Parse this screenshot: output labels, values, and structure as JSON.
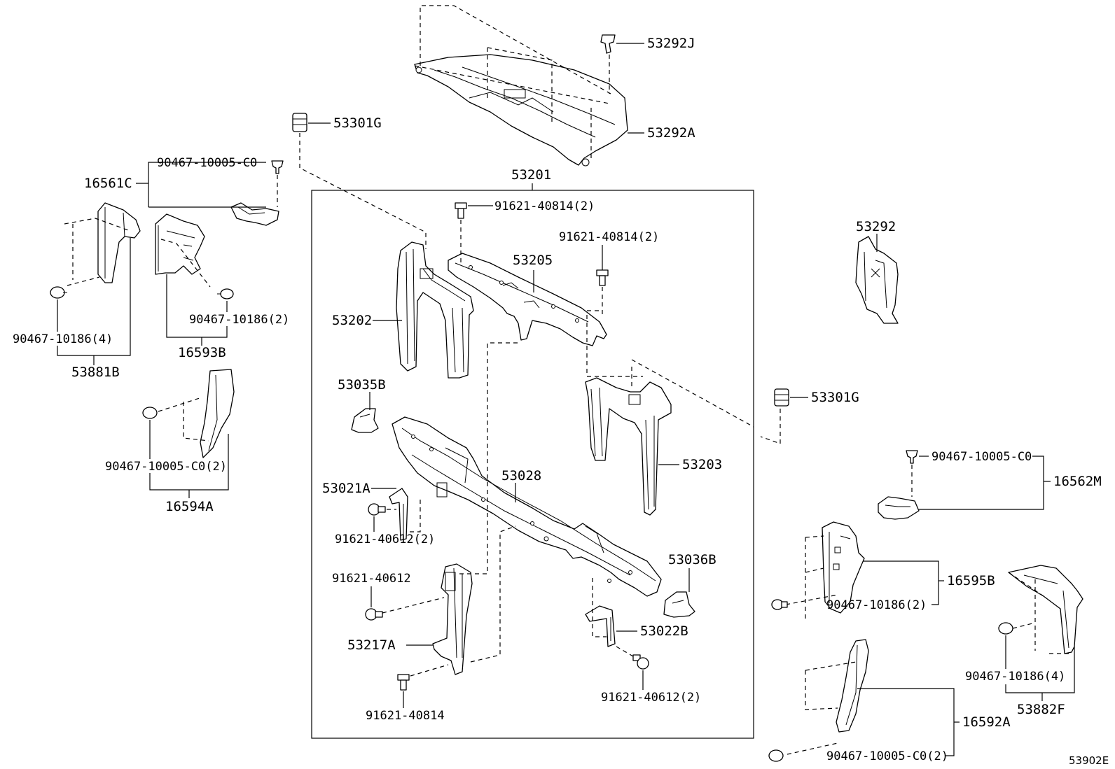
{
  "labels": {
    "p53292J": "53292J",
    "p53301G_top": "53301G",
    "p53292A": "53292A",
    "p90467_10005_C0_top": "90467-10005-C0",
    "p16561C": "16561C",
    "p53201": "53201",
    "p91621_40814_2_a": "91621-40814(2)",
    "p91621_40814_2_b": "91621-40814(2)",
    "p53205": "53205",
    "p53292": "53292",
    "p90467_10186_2_left": "90467-10186(2)",
    "p90467_10186_4_left": "90467-10186(4)",
    "p53202": "53202",
    "p16593B": "16593B",
    "p53881B": "53881B",
    "p53035B": "53035B",
    "p53301G_right": "53301G",
    "p53203": "53203",
    "p90467_10005_C0_right": "90467-10005-C0",
    "p16562M": "16562M",
    "p90467_10005_C0_2_left": "90467-10005-C0(2)",
    "p53028": "53028",
    "p53021A": "53021A",
    "p16594A": "16594A",
    "p91621_40612_2_left": "91621-40612(2)",
    "p53036B": "53036B",
    "p91621_40612": "91621-40612",
    "p16595B": "16595B",
    "p90467_10186_2_right": "90467-10186(2)",
    "p53022B": "53022B",
    "p53217A": "53217A",
    "p90467_10186_4_right": "90467-10186(4)",
    "p91621_40612_2_right": "91621-40612(2)",
    "p53882F": "53882F",
    "p16592A": "16592A",
    "p91621_40814": "91621-40814",
    "p90467_10005_C0_2_right": "90467-10005-C0(2)",
    "ref": "53902E"
  }
}
